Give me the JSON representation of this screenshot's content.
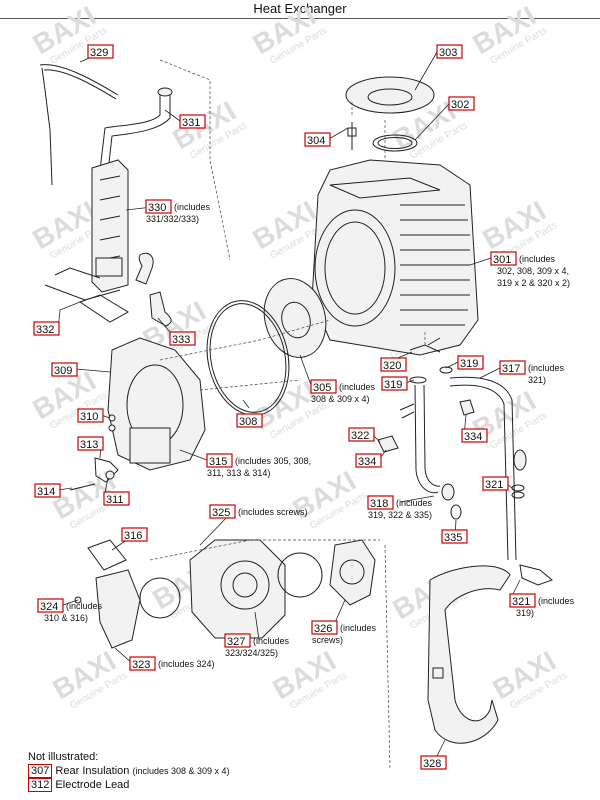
{
  "title": "Heat Exchanger",
  "watermark": {
    "brand": "BAXI",
    "sub": "Genuine Parts"
  },
  "callouts": [
    {
      "id": "c329",
      "num": "329",
      "note": ""
    },
    {
      "id": "c331",
      "num": "331",
      "note": ""
    },
    {
      "id": "c330",
      "num": "330",
      "note": "(includes",
      "note2": "331/332/333)"
    },
    {
      "id": "c332",
      "num": "332",
      "note": ""
    },
    {
      "id": "c333",
      "num": "333",
      "note": ""
    },
    {
      "id": "c303",
      "num": "303",
      "note": ""
    },
    {
      "id": "c302",
      "num": "302",
      "note": ""
    },
    {
      "id": "c304",
      "num": "304",
      "note": ""
    },
    {
      "id": "c301",
      "num": "301",
      "note": "(includes",
      "note2": "302, 308, 309 x 4,",
      "note3": "319 x 2 & 320 x 2)"
    },
    {
      "id": "c309",
      "num": "309",
      "note": ""
    },
    {
      "id": "c305",
      "num": "305",
      "note": "(includes",
      "note2": "308 & 309 x 4)"
    },
    {
      "id": "c320",
      "num": "320",
      "note": ""
    },
    {
      "id": "c319a",
      "num": "319",
      "note": ""
    },
    {
      "id": "c319b",
      "num": "319",
      "note": ""
    },
    {
      "id": "c317",
      "num": "317",
      "note": "(includes",
      "note2": "321)"
    },
    {
      "id": "c310",
      "num": "310",
      "note": ""
    },
    {
      "id": "c308",
      "num": "308",
      "note": ""
    },
    {
      "id": "c322",
      "num": "322",
      "note": ""
    },
    {
      "id": "c334a",
      "num": "334",
      "note": ""
    },
    {
      "id": "c334b",
      "num": "334",
      "note": ""
    },
    {
      "id": "c313",
      "num": "313",
      "note": ""
    },
    {
      "id": "c315",
      "num": "315",
      "note": "(includes 305, 308,",
      "note2": "311, 313 & 314)"
    },
    {
      "id": "c314",
      "num": "314",
      "note": ""
    },
    {
      "id": "c311",
      "num": "311",
      "note": ""
    },
    {
      "id": "c321a",
      "num": "321",
      "note": ""
    },
    {
      "id": "c318",
      "num": "318",
      "note": "(includes",
      "note2": "319, 322 & 335)"
    },
    {
      "id": "c316",
      "num": "316",
      "note": ""
    },
    {
      "id": "c325",
      "num": "325",
      "note": "(includes screws)"
    },
    {
      "id": "c335",
      "num": "335",
      "note": ""
    },
    {
      "id": "c324",
      "num": "324",
      "note": "(includes",
      "note2": "310 & 316)"
    },
    {
      "id": "c321b",
      "num": "321",
      "note": "(includes",
      "note2": "319)"
    },
    {
      "id": "c326",
      "num": "326",
      "note": "(includes",
      "note2": "screws)"
    },
    {
      "id": "c327",
      "num": "327",
      "note": "(includes",
      "note2": "323/324/325)"
    },
    {
      "id": "c323",
      "num": "323",
      "note": "(includes 324)"
    },
    {
      "id": "c328",
      "num": "328",
      "note": ""
    }
  ],
  "footer": {
    "heading": "Not illustrated:",
    "items": [
      {
        "num": "307",
        "label": "Rear Insulation",
        "note": "(includes 308 & 309 x 4)"
      },
      {
        "num": "312",
        "label": "Electrode Lead",
        "note": ""
      }
    ]
  }
}
